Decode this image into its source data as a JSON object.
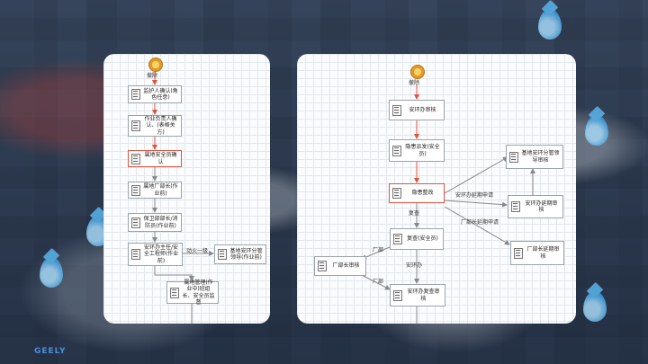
{
  "brand": "GEELY",
  "left_flow": {
    "start_label": "撤除",
    "nodes": [
      {
        "id": "L1",
        "text": "监护人确认(角色任意)"
      },
      {
        "id": "L2",
        "text": "作业负责人确认、(表格关方)"
      },
      {
        "id": "L3",
        "text": "属地安全员确认"
      },
      {
        "id": "L4",
        "text": "属地厂部长(作业前)"
      },
      {
        "id": "L5",
        "text": "保卫部部长/消防员(作业前)"
      },
      {
        "id": "L6",
        "text": "安环办主任/安全工程师(作业前)"
      },
      {
        "id": "L7",
        "text": "基地安环分管领导(作业前)"
      },
      {
        "id": "L8",
        "text": "属地管理(作业中)班组长、安全员监督"
      }
    ],
    "edge_labels": {
      "L6_L7": "动火一级"
    }
  },
  "right_flow": {
    "start_label": "撤除",
    "nodes": [
      {
        "id": "R1",
        "text": "安环办审核"
      },
      {
        "id": "R2",
        "text": "隐患派发(安全员)"
      },
      {
        "id": "R3",
        "text": "隐患整改"
      },
      {
        "id": "R4",
        "text": "复查(安全员)"
      },
      {
        "id": "R5",
        "text": "厂部长审核"
      },
      {
        "id": "R6",
        "text": "安环办复查审核"
      },
      {
        "id": "R7",
        "text": "基地安环分管领导审核"
      },
      {
        "id": "R8",
        "text": "安环办延期审核"
      },
      {
        "id": "R9",
        "text": "厂部长延期审核"
      }
    ],
    "edge_labels": {
      "R3_R8": "安环办延期申请",
      "R3_R9": "厂部长延期申请",
      "R3_R4": "复查",
      "R4_R5": "厂部",
      "R5_R6": "厂部",
      "R4_R6": "安环办"
    }
  }
}
